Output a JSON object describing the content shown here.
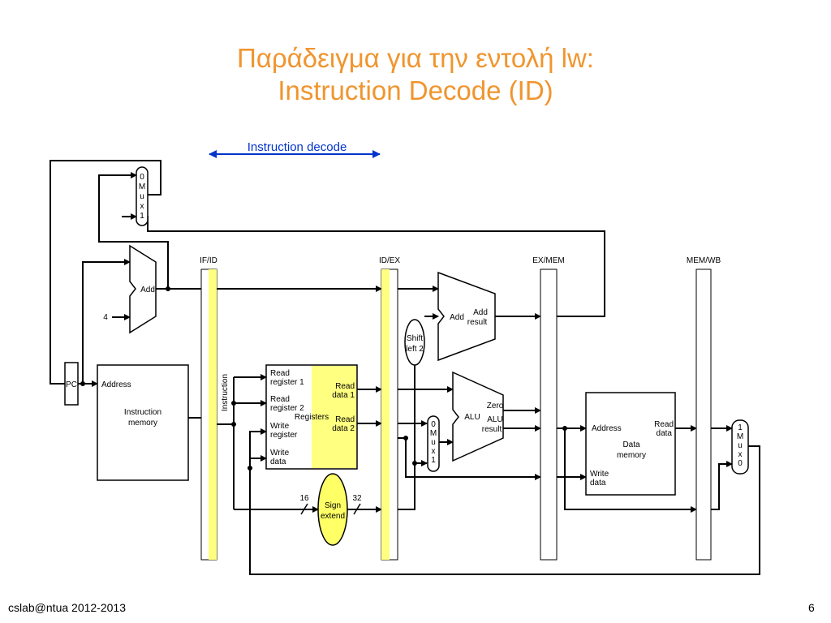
{
  "slide": {
    "title_line1": "Παράδειγμα για την εντολή lw:",
    "title_line2": "Instruction Decode (ID)",
    "footer_left": "cslab@ntua 2012-2013",
    "page_number": "6",
    "title_color": "#f0952e",
    "highlight_color": "#ffff80",
    "accent_color": "#0033cc"
  },
  "diagram": {
    "stage_label": "Instruction decode",
    "pipeline_registers": [
      "IF/ID",
      "ID/EX",
      "EX/MEM",
      "MEM/WB"
    ],
    "pc_label": "PC",
    "constant_four": "4",
    "add_label": "Add",
    "add2_label": "Add",
    "add_result_label": [
      "Add",
      "result"
    ],
    "shift_label": [
      "Shift",
      "left 2"
    ],
    "instruction_memory": {
      "address": "Address",
      "name": [
        "Instruction",
        "memory"
      ]
    },
    "instruction_wire_label": "Instruction",
    "registers": {
      "name": "Registers",
      "read_register_1": [
        "Read",
        "register 1"
      ],
      "read_register_2": [
        "Read",
        "register 2"
      ],
      "write_register": [
        "Write",
        "register"
      ],
      "write_data": [
        "Write",
        "data"
      ],
      "read_data_1": [
        "Read",
        "data 1"
      ],
      "read_data_2": [
        "Read",
        "data 2"
      ]
    },
    "sign_extend": {
      "name": [
        "Sign",
        "extend"
      ],
      "in_bits": "16",
      "out_bits": "32"
    },
    "alu": {
      "name": "ALU",
      "zero": "Zero",
      "result": [
        "ALU",
        "result"
      ]
    },
    "data_memory": {
      "address": "Address",
      "read_data": [
        "Read",
        "data"
      ],
      "name": [
        "Data",
        "memory"
      ],
      "write_data": [
        "Write",
        "data"
      ]
    },
    "mux_top": [
      "0",
      "M",
      "u",
      "x",
      "1"
    ],
    "mux_alu": [
      "0",
      "M",
      "u",
      "x",
      "1"
    ],
    "mux_wb": [
      "1",
      "M",
      "u",
      "x",
      "0"
    ]
  }
}
